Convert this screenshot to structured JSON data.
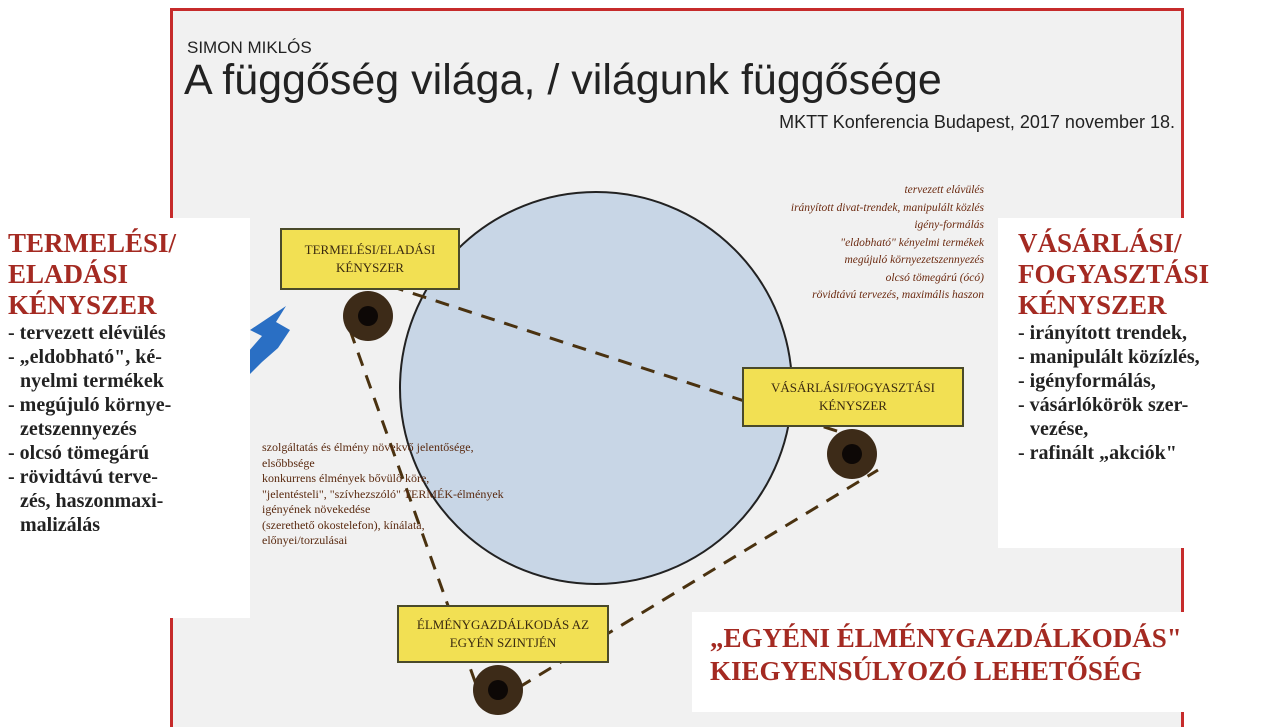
{
  "slide": {
    "author": "SIMON MIKLÓS",
    "title": "A függőség világa, / világunk függősége",
    "subtitle": "MKTT Konferencia Budapest, 2017 november 18."
  },
  "diagram": {
    "box_production": "TERMELÉSI/ELADÁSI KÉNYSZER",
    "box_consumption": "VÁSÁRLÁSI/FOGYASZTÁSI KÉNYSZER",
    "box_experience": "ÉLMÉNYGAZDÁLKODÁS AZ EGYÉN SZINTJÉN",
    "right_bullets": [
      "tervezett elávülés",
      "irányított divat-trendek, manipulált közlés",
      "igény-formálás",
      "\"eldobható\" kényelmi termékek",
      "megújuló környezetszennyezés",
      "olcsó tömegárú (ócó)",
      "rövidtávú tervezés, maximális haszon"
    ],
    "middle_lines": [
      "szolgáltatás és élmény növekvő jelentősége,",
      "elsőbbsége",
      "konkurrens élmények bővülő köre,",
      "\"jelentésteli\", \"szívhezszóló\" TERMÉK-élmények",
      "igényének növekedése",
      "(szerethető okostelefon), kínálata,",
      "előnyei/torzulásai"
    ],
    "colors": {
      "box_fill": "#f2e053",
      "circle_fill": "#c8d6e6",
      "dash_line": "#4a3210",
      "arrow": "#2a6fc4",
      "accent_red": "#a42a22"
    }
  },
  "left_panel": {
    "heading": [
      "TERMELÉSI/",
      "ELADÁSI",
      "KÉNYSZER"
    ],
    "items": [
      "- tervezett elévülés",
      "- „eldobható\",  ké-",
      "  nyelmi termékek",
      "- megújuló környe-",
      "  zetszennyezés",
      "- olcsó tömegárú",
      "- rövidtávú terve-",
      "  zés, haszonmaxi-",
      "  malizálás"
    ]
  },
  "right_panel": {
    "heading": [
      "VÁSÁRLÁSI/",
      "FOGYASZTÁSI",
      "KÉNYSZER"
    ],
    "items": [
      "- irányított trendek,",
      "- manipulált közízlés,",
      "- igényformálás,",
      "- vásárlókörök szer-",
      "   vezése,",
      "- rafinált „akciók\""
    ]
  },
  "bottom_panel": {
    "lines": [
      "„EGYÉNI ÉLMÉNYGAZDÁLKODÁS\"",
      "KIEGYENSÚLYOZÓ LEHETŐSÉG"
    ]
  }
}
